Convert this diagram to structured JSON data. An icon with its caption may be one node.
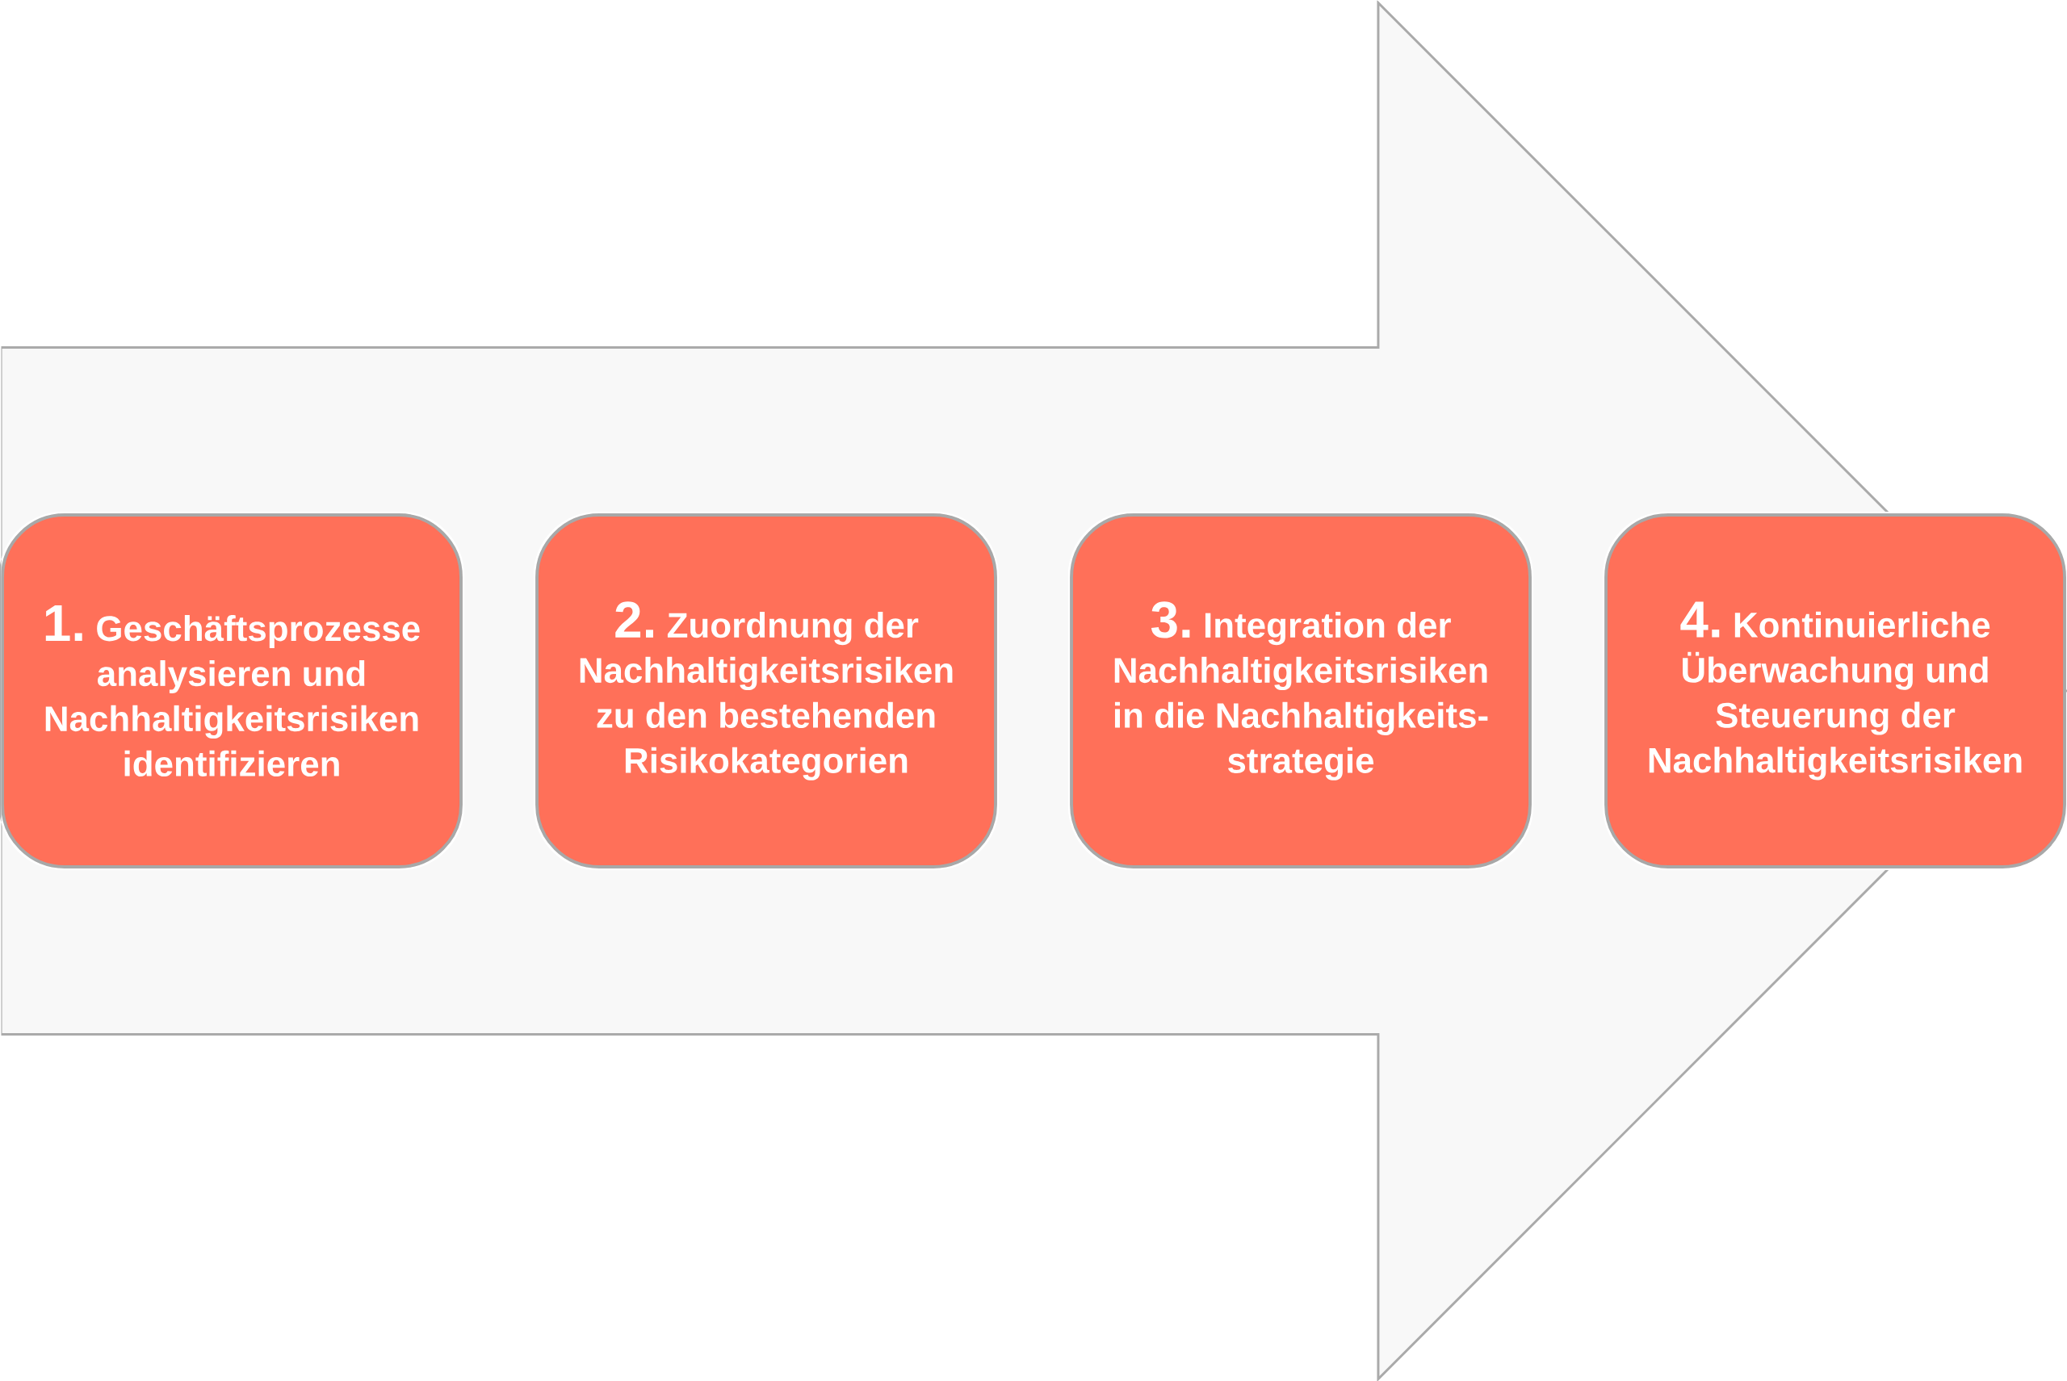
{
  "diagram": {
    "nodes": [
      {
        "text": [
          "1.",
          "Geschäftsprozesse analysieren und Nachhaltigkeitsrisiken identifizieren"
        ]
      },
      {
        "text": [
          "2.",
          "Zuordnung der Nachhaltigkeitsrisiken zu den bestehenden Risikokategorien"
        ]
      },
      {
        "text": [
          "3.",
          "Integration der Nachhaltigkeitsrisiken in die Nachhaltigkeits-strategie"
        ]
      },
      {
        "text": [
          "4.",
          "Kontinuierliche Überwachung und Steuerung der Nachhaltigkeitsrisiken"
        ]
      }
    ],
    "edges": [
      {
        "from": 0,
        "to": 3,
        "arrow": "to"
      }
    ]
  }
}
